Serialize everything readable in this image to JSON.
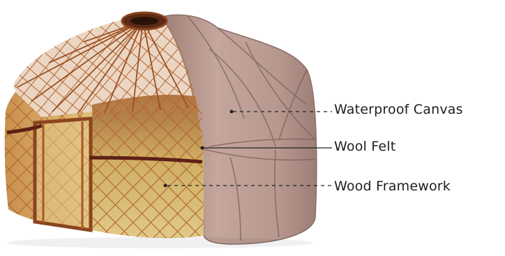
{
  "diagram": {
    "callouts": [
      {
        "id": "canvas",
        "label": "Waterproof Canvas"
      },
      {
        "id": "felt",
        "label": "Wool Felt"
      },
      {
        "id": "frame",
        "label": "Wood Framework"
      }
    ]
  },
  "colors": {
    "background": "#ffffff",
    "lattice": "#b3652e",
    "lattice_dark": "#7a3e18",
    "felt_interior": "#d8c078",
    "canvas_cover": "#bfa197",
    "leader_line": "#222222"
  }
}
